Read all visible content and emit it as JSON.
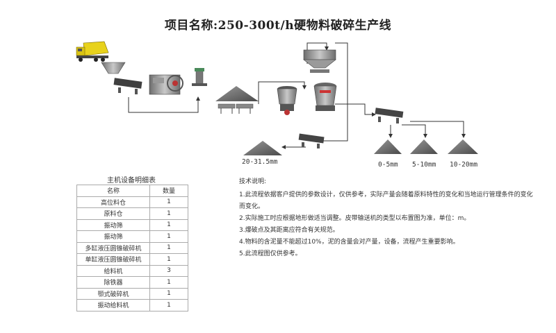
{
  "title": "项目名称:250-300t/h硬物料破碎生产线",
  "products": {
    "p1": "20-31.5mm",
    "p2": "0-5mm",
    "p3": "5-10mm",
    "p4": "10-20mm"
  },
  "table": {
    "caption": "主机设备明细表",
    "headers": [
      "名称",
      "数量"
    ],
    "rows": [
      {
        "name": "高位料仓",
        "qty": "1"
      },
      {
        "name": "原料仓",
        "qty": "1"
      },
      {
        "name": "振动筛",
        "qty": "1"
      },
      {
        "name": "振动筛",
        "qty": "1"
      },
      {
        "name": "多缸液压圆锥破碎机",
        "qty": "1"
      },
      {
        "name": "单缸液压圆锥破碎机",
        "qty": "1"
      },
      {
        "name": "给料机",
        "qty": "3"
      },
      {
        "name": "除铁器",
        "qty": "1"
      },
      {
        "name": "颚式破碎机",
        "qty": "1"
      },
      {
        "name": "振动给料机",
        "qty": "1"
      }
    ]
  },
  "notes": {
    "heading": "技术说明:",
    "items": [
      "1.此流程依据客户提供的参数设计，仅供参考，实际产量会随着原料特性的变化和当地运行管理条件的变化而变化。",
      "2.实际施工时应根据地形做适当调整。皮带输送机的类型以布置图为准，单位：m。",
      "3.爆破点及其距离应符合有关规范。",
      "4.物料的含泥量不能超过10%，泥的含量会对产量，设备，流程产生重要影响。",
      "5.此流程图仅供参考。"
    ]
  },
  "colors": {
    "truck": "#e8d21c",
    "pile": "#6a6a6a",
    "line": "#333333",
    "machine": "#8c8c8c"
  }
}
